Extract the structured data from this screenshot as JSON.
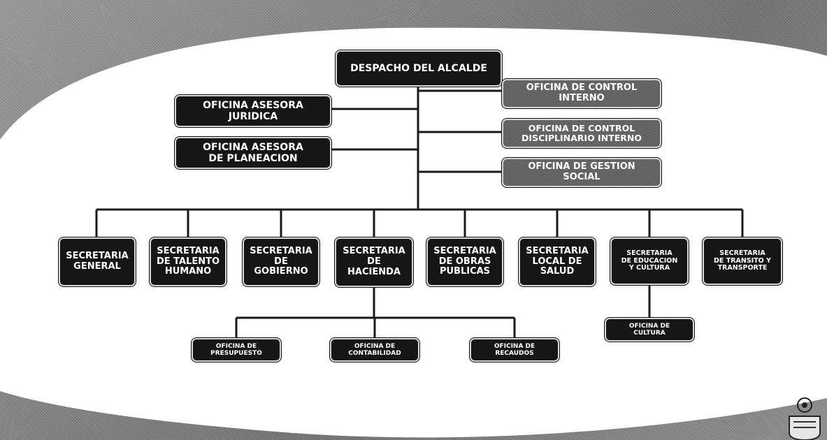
{
  "nodes": {
    "despacho": "DESPACHO DEL ALCALDE",
    "juridica": "OFICINA ASESORA\nJURIDICA",
    "planeacion": "OFICINA ASESORA\nDE PLANEACION",
    "control_interno": "OFICINA DE CONTROL\nINTERNO",
    "disciplinario": "OFICINA DE CONTROL\nDISCIPLINARIO INTERNO",
    "gestion_social": "OFICINA DE GESTION\nSOCIAL",
    "sec_general": "SECRETARIA\nGENERAL",
    "sec_talento": "SECRETARIA\nDE TALENTO\nHUMANO",
    "sec_gobierno": "SECRETARIA\nDE\nGOBIERNO",
    "sec_hacienda": "SECRETARIA\nDE\nHACIENDA",
    "sec_obras": "SECRETARIA\nDE OBRAS\nPUBLICAS",
    "sec_salud": "SECRETARIA\nLOCAL DE\nSALUD",
    "sec_educacion": "SECRETARIA\nDE EDUCACION\nY CULTURA",
    "sec_transito": "SECRETARIA\nDE TRANSITO Y\nTRANSPORTE",
    "presupuesto": "OFICINA DE\nPRESUPUESTO",
    "contabilidad": "OFICINA DE\nCONTABILIDAD",
    "recaudos": "OFICINA DE\nRECAUDOS",
    "cultura": "OFICINA DE\nCULTURA"
  },
  "colors": {
    "box_dark": "#161616",
    "box_grey": "#5e5e5e",
    "connector": "#1a1a1a",
    "panel": "#ffffff"
  }
}
